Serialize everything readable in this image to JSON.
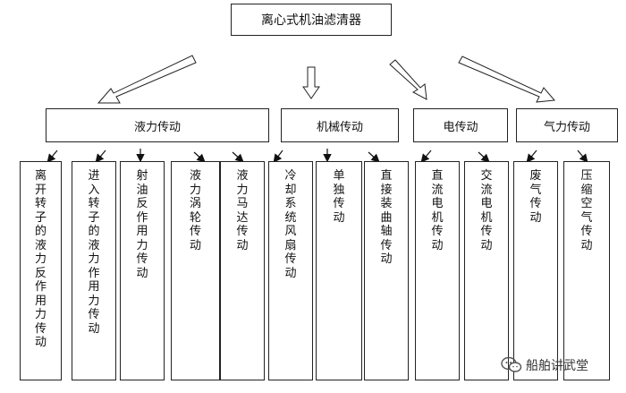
{
  "title": "离心式机油滤清器",
  "groups": [
    {
      "label": "液力传动",
      "items": [
        "离开转子的液力反作用力传动",
        "进入转子的液力作用力传动",
        "射油反作用力传动",
        "液力涡轮传动",
        "液力马达传动"
      ]
    },
    {
      "label": "机械传动",
      "items": [
        "冷却系统风扇传动",
        "单独传动",
        "直接装曲轴传动"
      ]
    },
    {
      "label": "电传动",
      "items": [
        "直流电机传动",
        "交流电机传动"
      ]
    },
    {
      "label": "气力传动",
      "items": [
        "废气传动",
        "压缩空气传动"
      ]
    }
  ],
  "watermark": "船舶讲武堂"
}
